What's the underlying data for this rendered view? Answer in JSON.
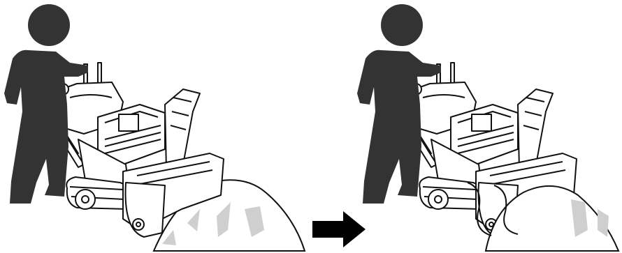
{
  "figure": {
    "panels": [
      {
        "id": "before",
        "state": "operator-walking-behind-snow-blower-approaching-snowbank"
      },
      {
        "id": "after",
        "state": "snow-blower-auger-engaging-snowbank"
      }
    ],
    "arrow": {
      "direction": "right"
    },
    "colors": {
      "silhouette": "#333333",
      "linework": "#111111",
      "snow_shadow": "#cfcfcf",
      "arrow": "#000000"
    }
  }
}
